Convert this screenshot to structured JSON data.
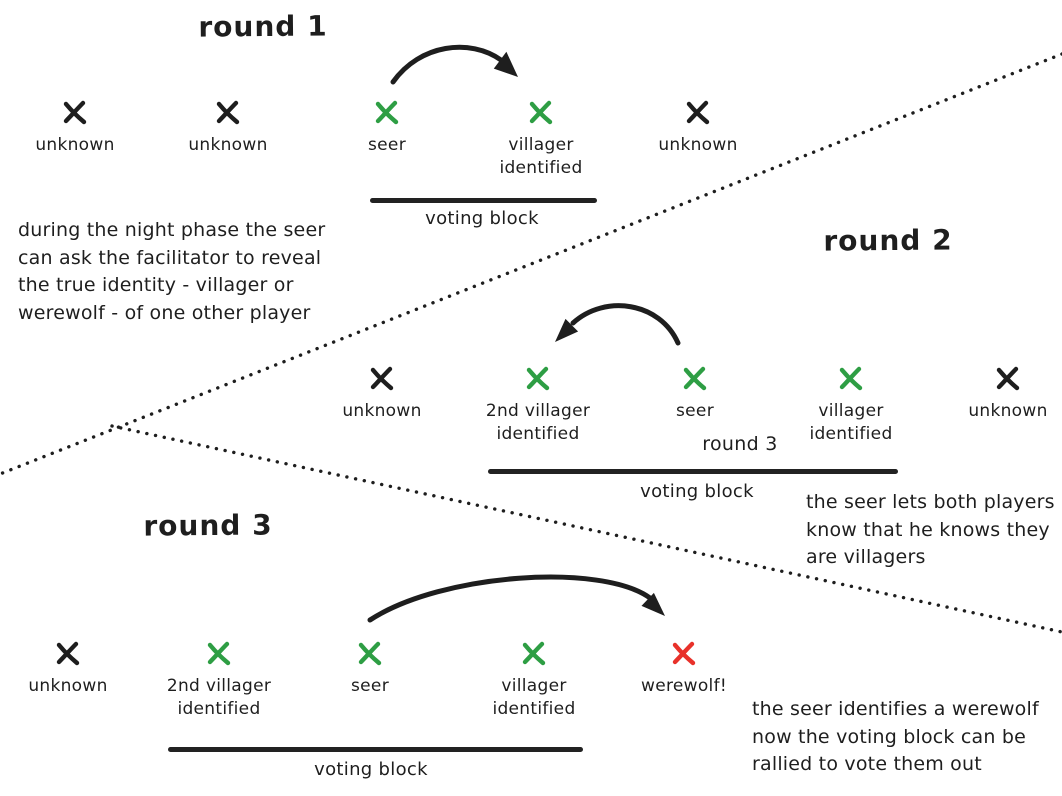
{
  "colors": {
    "ink": "#1e1e1e",
    "green": "#2e9e44",
    "red": "#e8312a",
    "background": "#ffffff"
  },
  "rounds": [
    {
      "title": "round 1",
      "players": [
        {
          "label": "unknown",
          "color": "#1e1e1e"
        },
        {
          "label": "unknown",
          "color": "#1e1e1e"
        },
        {
          "label": "seer",
          "color": "#2e9e44"
        },
        {
          "label": "villager\nidentified",
          "color": "#2e9e44"
        },
        {
          "label": "unknown",
          "color": "#1e1e1e"
        }
      ],
      "arrow": {
        "from": "seer",
        "to": "villager identified"
      },
      "voting_block_label": "voting block",
      "caption": "during the night phase the seer\ncan ask the facilitator to reveal\nthe true identity - villager or\nwerewolf - of one other player"
    },
    {
      "title": "round 2",
      "players": [
        {
          "label": "unknown",
          "color": "#1e1e1e"
        },
        {
          "label": "2nd villager\nidentified",
          "color": "#2e9e44"
        },
        {
          "label": "seer",
          "color": "#2e9e44"
        },
        {
          "label": "villager\nidentified",
          "color": "#2e9e44"
        },
        {
          "label": "unknown",
          "color": "#1e1e1e"
        }
      ],
      "arrow": {
        "from": "seer",
        "to": "2nd villager identified"
      },
      "stray_label": "round 3",
      "voting_block_label": "voting block",
      "caption": "the seer lets both players\nknow that he knows they\nare villagers"
    },
    {
      "title": "round 3",
      "players": [
        {
          "label": "unknown",
          "color": "#1e1e1e"
        },
        {
          "label": "2nd villager\nidentified",
          "color": "#2e9e44"
        },
        {
          "label": "seer",
          "color": "#2e9e44"
        },
        {
          "label": "villager\nidentified",
          "color": "#2e9e44"
        },
        {
          "label": "werewolf!",
          "color": "#e8312a"
        }
      ],
      "arrow": {
        "from": "seer",
        "to": "werewolf!"
      },
      "voting_block_label": "voting block",
      "caption": "the seer identifies a werewolf\nnow the voting block can be\nrallied to vote them out"
    }
  ]
}
